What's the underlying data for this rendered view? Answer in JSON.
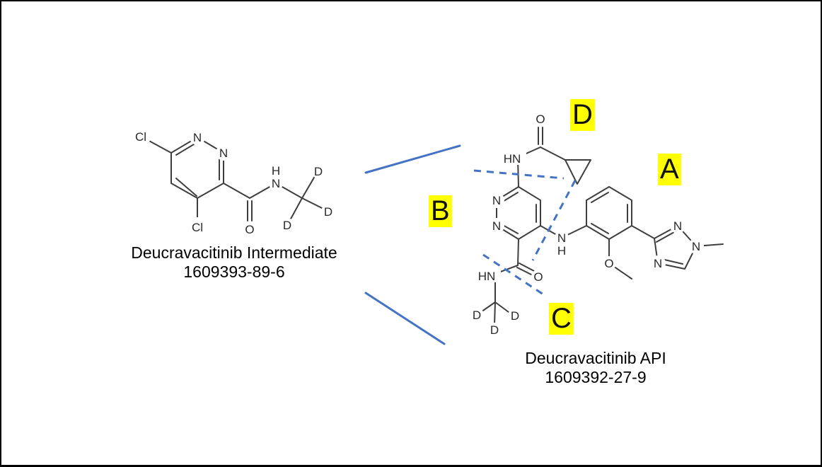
{
  "colors": {
    "accent_blue": "#4472C4",
    "highlight_yellow": "#FFFF00",
    "bond_gray": "#3E3E3E",
    "text_black": "#000000"
  },
  "left_molecule": {
    "caption": "Deucravacitinib Intermediate",
    "cas": "1609393-89-6",
    "atoms": {
      "cl_top": "Cl",
      "cl_bottom": "Cl",
      "ring_n_top": "N",
      "ring_n_right": "N",
      "amide_h": "H",
      "amide_n": "N",
      "carbonyl_o": "O",
      "d_top": "D",
      "d_right": "D",
      "d_bottom": "D"
    }
  },
  "right_molecule": {
    "caption": "Deucravacitinib API",
    "cas": "1609392-27-9",
    "atoms": {
      "top_amide_o": "O",
      "top_amide_hn": "HN",
      "ring_n_upper": "N",
      "ring_n_lower": "N",
      "aniline_n": "N",
      "aniline_h": "H",
      "methoxy_o": "O",
      "triazole_n2": "N",
      "triazole_n1": "N",
      "triazole_n4": "N",
      "bottom_amide_o": "O",
      "bottom_amide_hn": "HN",
      "d_left": "D",
      "d_right": "D",
      "d_bottom": "D"
    }
  },
  "region_labels": {
    "a": "A",
    "b": "B",
    "c": "C",
    "d": "D"
  }
}
